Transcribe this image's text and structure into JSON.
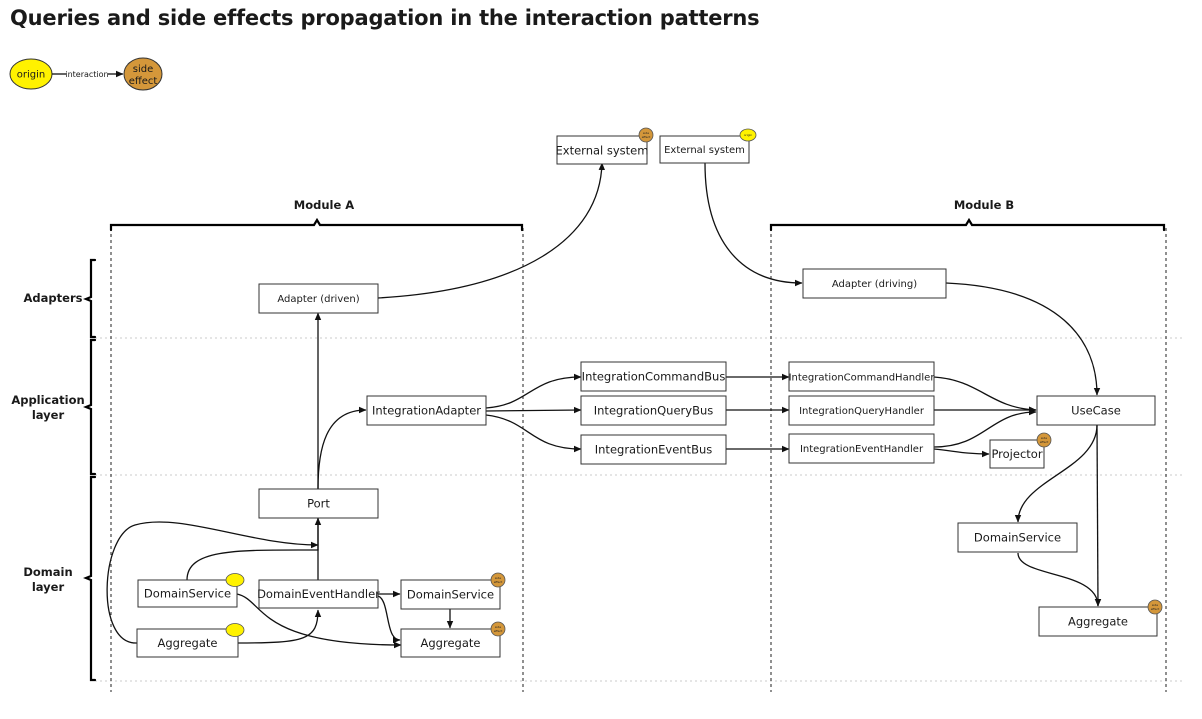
{
  "title": "Queries and side effects propagation in the interaction patterns",
  "legend": {
    "origin": "origin",
    "interaction": "interaction",
    "side_effect_line1": "side",
    "side_effect_line2": "effect"
  },
  "layers": {
    "adapters": "Adapters",
    "application_1": "Application",
    "application_2": "layer",
    "domain_1": "Domain",
    "domain_2": "layer"
  },
  "modules": {
    "a": "Module A",
    "b": "Module B"
  },
  "nodes": {
    "ext_left": "External system",
    "ext_right": "External system",
    "adapter_driven": "Adapter (driven)",
    "adapter_driving": "Adapter (driving)",
    "integration_adapter": "IntegrationAdapter",
    "command_bus": "IntegrationCommandBus",
    "query_bus": "IntegrationQueryBus",
    "event_bus": "IntegrationEventBus",
    "command_handler": "IntegrationCommandHandler",
    "query_handler": "IntegrationQueryHandler",
    "event_handler": "IntegrationEventHandler",
    "use_case": "UseCase",
    "projector": "Projector",
    "port": "Port",
    "domain_service_a1": "DomainService",
    "domain_event_handler": "DomainEventHandler",
    "domain_service_a2": "DomainService",
    "aggregate_a1": "Aggregate",
    "aggregate_a2": "Aggregate",
    "domain_service_b": "DomainService",
    "aggregate_b": "Aggregate"
  },
  "badges": {
    "origin": "origin",
    "side1": "side",
    "side2": "effect"
  },
  "colors": {
    "origin": "#fff200",
    "side_effect": "#d4973a"
  }
}
